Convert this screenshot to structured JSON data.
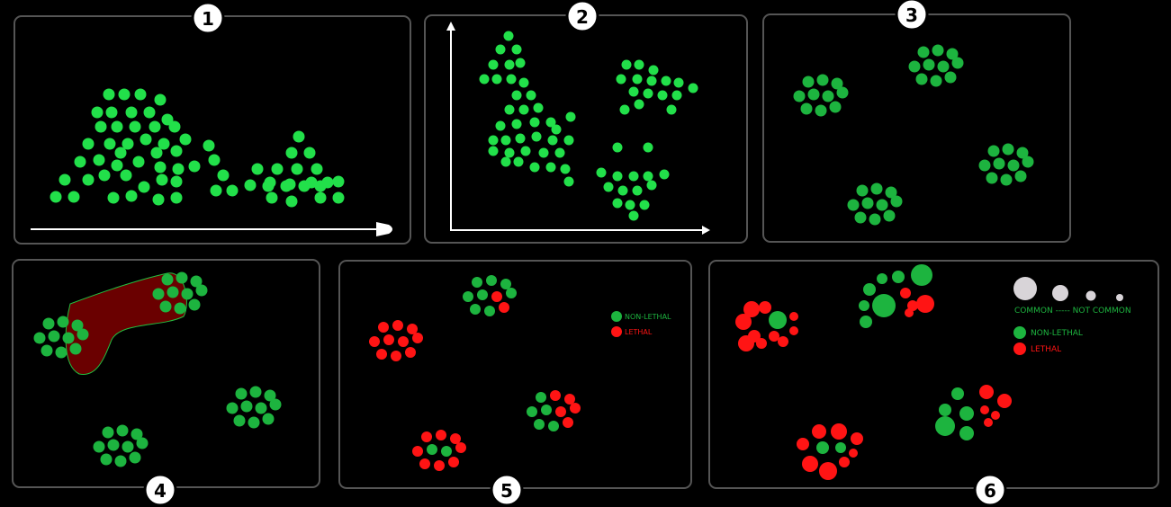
{
  "panels": [
    {
      "number": "1"
    },
    {
      "number": "2"
    },
    {
      "number": "3"
    },
    {
      "number": "4"
    },
    {
      "number": "5"
    },
    {
      "number": "6"
    }
  ],
  "legend5": {
    "non_lethal": "NON-LETHAL",
    "lethal": "LETHAL"
  },
  "legend6": {
    "scale": "COMMON ----- NOT COMMON",
    "non_lethal": "NON-LETHAL",
    "lethal": "LETHAL"
  },
  "colors": {
    "bright_green": "#22e04a",
    "green": "#1db43f",
    "red": "#ff1414",
    "blob": "#6a0000",
    "gray": "#d8d4d8"
  }
}
